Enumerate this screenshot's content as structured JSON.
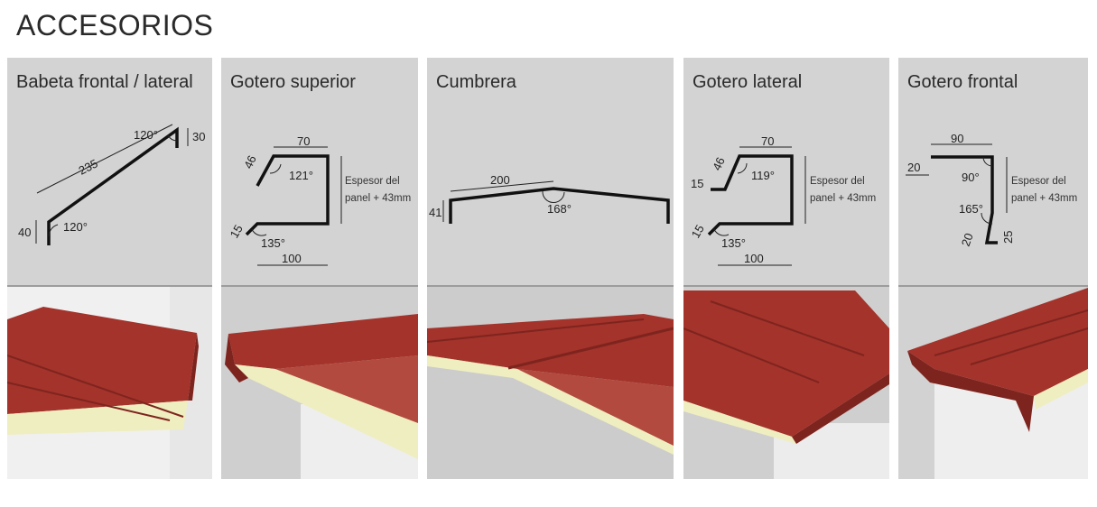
{
  "page_title": "ACCESORIOS",
  "cards": [
    {
      "title": "Babeta frontal / lateral",
      "labels": {
        "d1": "120°",
        "d2": "30",
        "d3": "235",
        "d4": "120°",
        "d5": "40"
      }
    },
    {
      "title": "Gotero superior",
      "labels": {
        "d1": "70",
        "d2": "46",
        "d3": "121°",
        "d4": "15",
        "d5": "135°",
        "d6": "100",
        "n1": "Espesor del",
        "n2": "panel + 43mm"
      }
    },
    {
      "title": "Cumbrera",
      "labels": {
        "d1": "200",
        "d2": "41",
        "d3": "168°"
      }
    },
    {
      "title": "Gotero lateral",
      "labels": {
        "d1": "70",
        "d2": "46",
        "d3": "119°",
        "d4": "15",
        "d5": "15",
        "d6": "135°",
        "d7": "100",
        "n1": "Espesor del",
        "n2": "panel + 43mm"
      }
    },
    {
      "title": "Gotero frontal",
      "labels": {
        "d1": "90",
        "d2": "20",
        "d3": "90°",
        "d4": "165°",
        "d5": "20",
        "d6": "25",
        "n1": "Espesor del",
        "n2": "panel + 43mm"
      }
    }
  ],
  "colors": {
    "roof": "#a3332b",
    "roof_dark": "#7e241e",
    "foam": "#efeec0",
    "wall": "#ececec"
  }
}
